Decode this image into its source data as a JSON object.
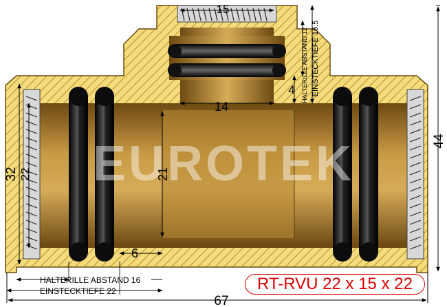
{
  "product_code": "RT-RVU 22 x 15 x 22",
  "watermark": "EUROTEK",
  "dimensions": {
    "top_width": "15",
    "inner_14": "14",
    "branch_4": "4",
    "bore_21": "21",
    "depth_6": "6",
    "outer_32": "32",
    "inner_22": "22",
    "height_44": "44",
    "length_67": "67"
  },
  "labels": {
    "halterille_16": "HALTERILLE ABSTAND 16",
    "einstecktiefe_22": "EINSTECKTIEFE 22",
    "halterille_12": "HALTERILLE ABSTAND 12",
    "einstecktiefe_16_5": "EINSTECKTIEFE 16.5"
  },
  "colors": {
    "brass": "#c49a3e",
    "brass_dark": "#8a6420",
    "hatch_bg": "#f2d978",
    "oring": "#1a1a1a",
    "product_red": "#dd0000"
  }
}
